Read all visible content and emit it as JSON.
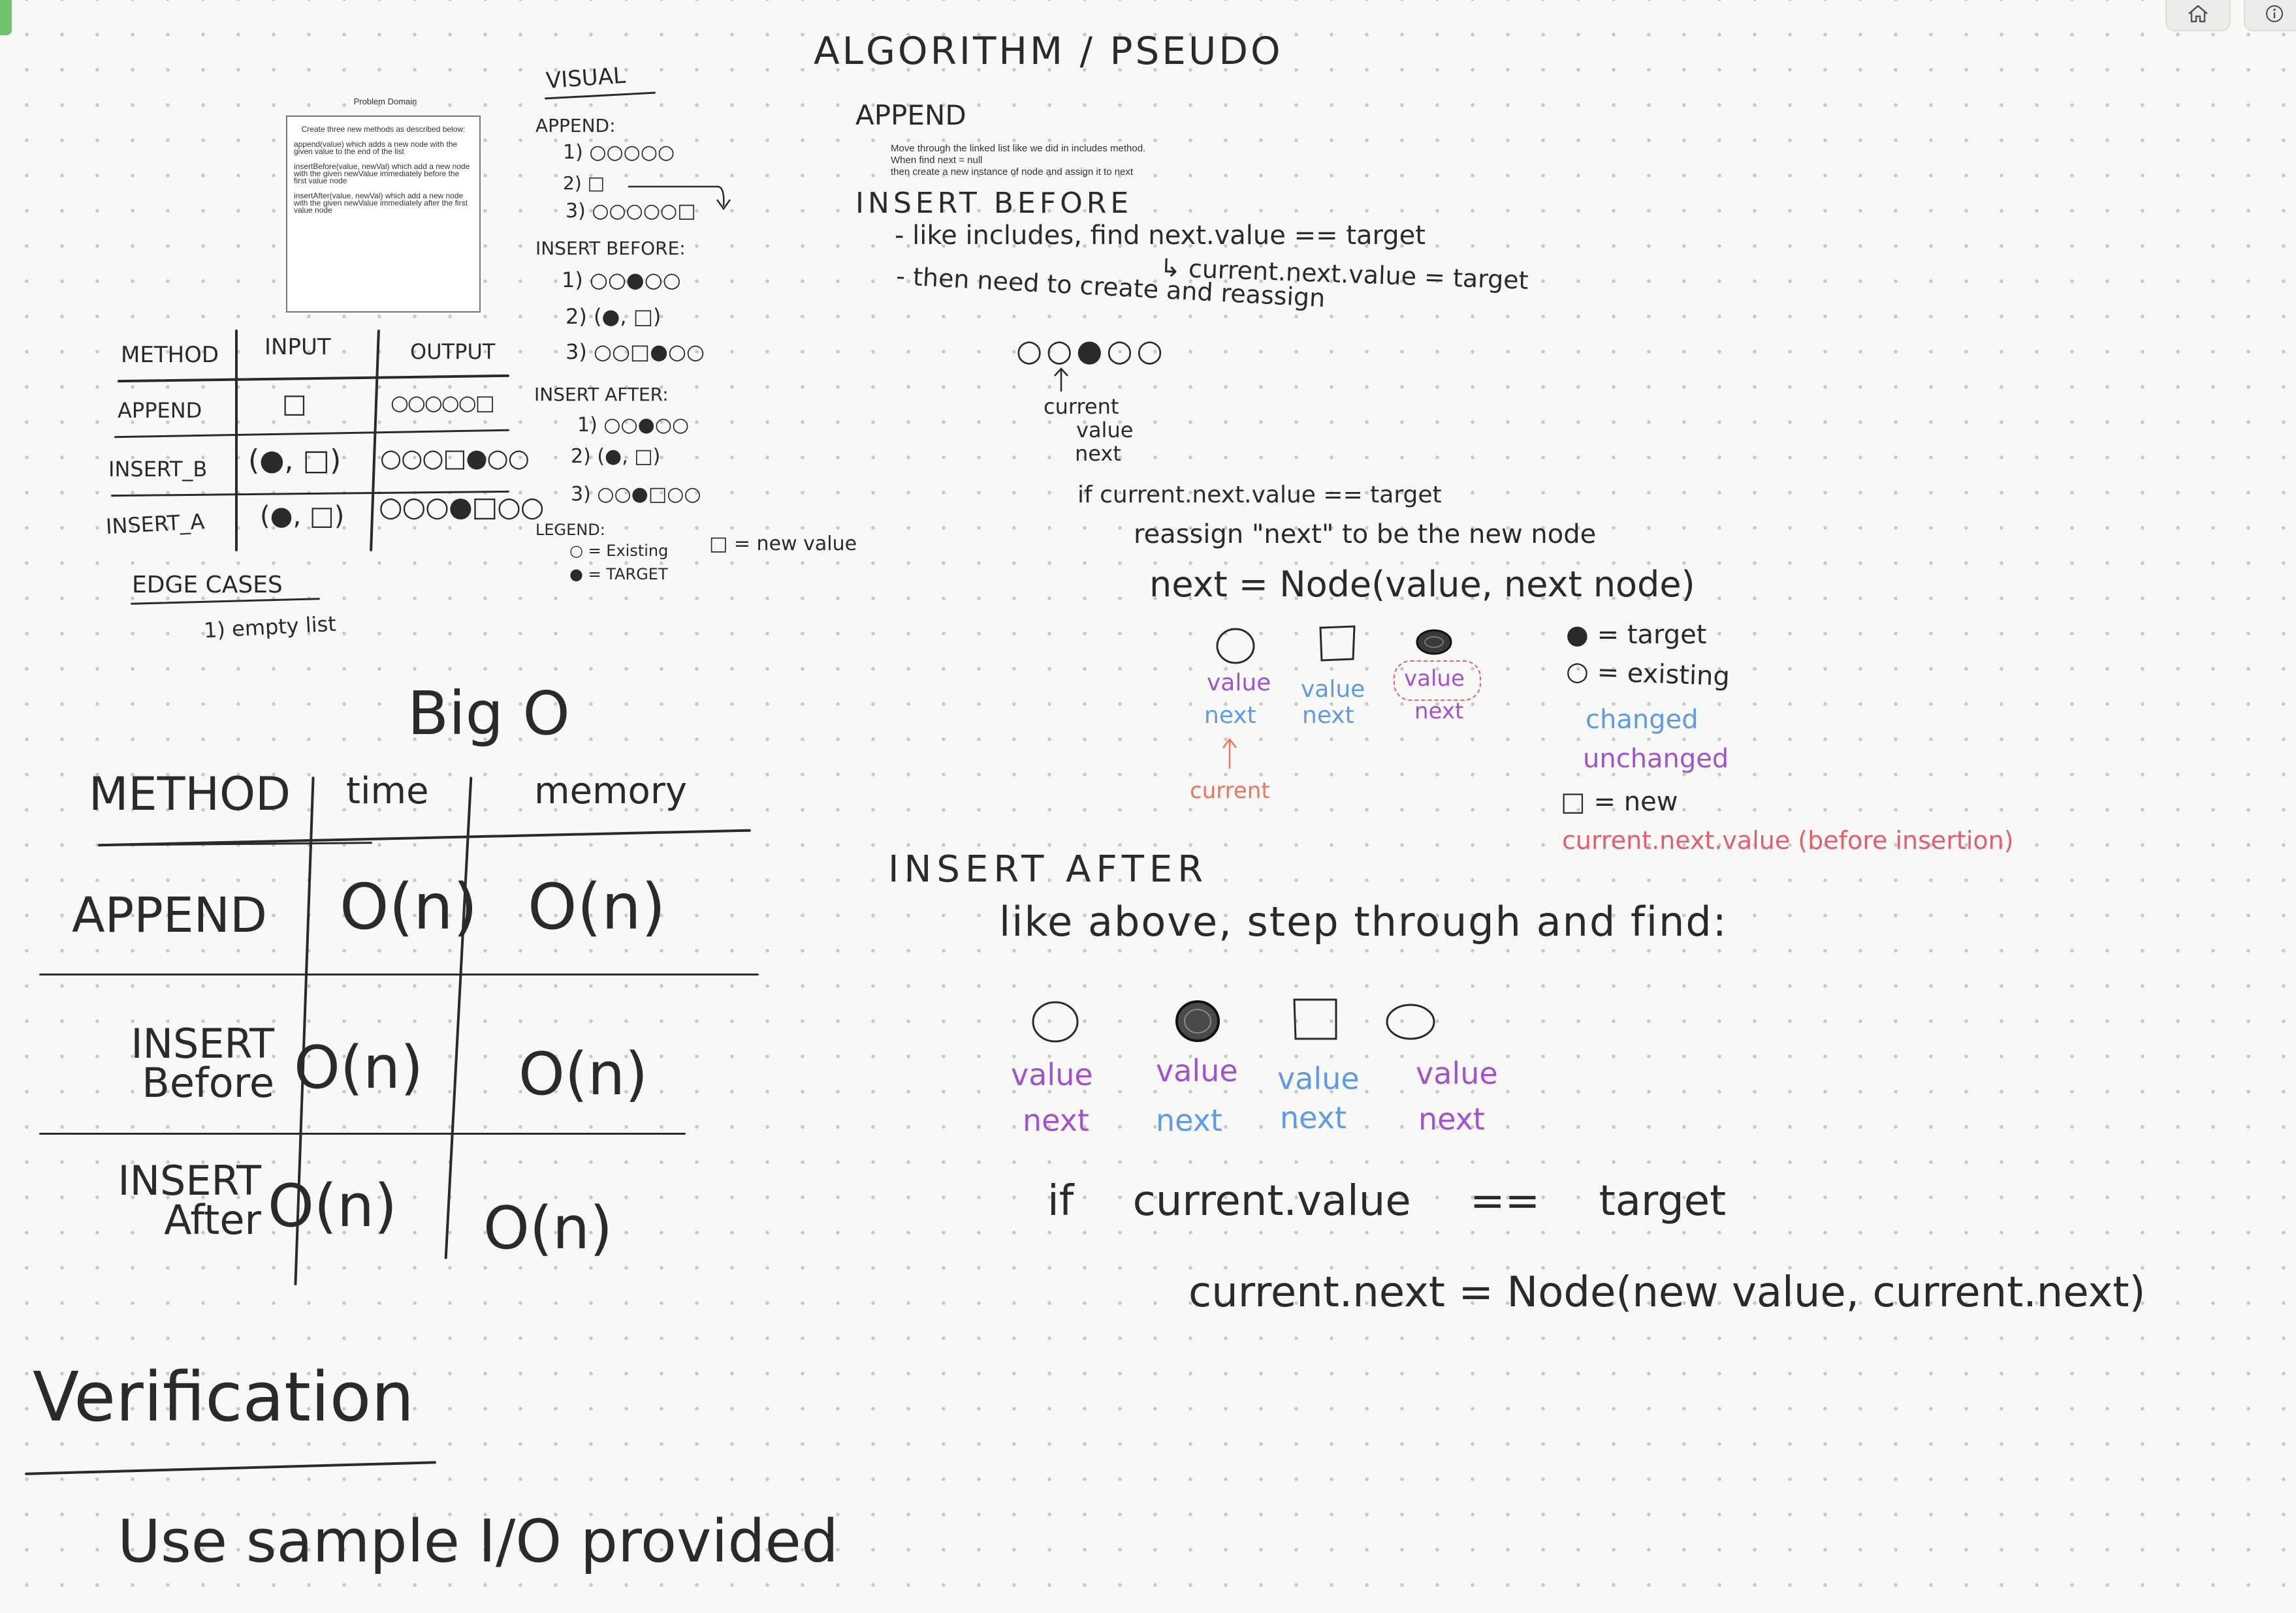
{
  "toolbar": {
    "home_icon": "home-icon",
    "info_icon": "info-icon"
  },
  "problem_domain": {
    "title": "Problem Domain",
    "lines": [
      "Create three new methods as described below:",
      "append(value) which adds a new node with the given value to the end of the list",
      "insertBefore(value, newVal) which add a new node with the given newValue immediately before the first value node",
      "insertAfter(value, newVal) which add a new node with the given newValue immediately after the first value node"
    ]
  },
  "io_table": {
    "headers": [
      "METHOD",
      "INPUT",
      "OUTPUT"
    ],
    "rows": [
      {
        "method": "APPEND",
        "input": "□",
        "output": "○○○○○□"
      },
      {
        "method": "INSERT_B",
        "input": "(●, □)",
        "output": "○○○□●○○"
      },
      {
        "method": "INSERT_A",
        "input": "(●, □)",
        "output": "○○○●□○○"
      }
    ]
  },
  "edge_cases": {
    "heading": "EDGE CASES",
    "items": [
      "1) empty list"
    ]
  },
  "visual": {
    "heading": "VISUAL",
    "append_label": "APPEND:",
    "append_steps": [
      "1) ○○○○○",
      "2) □",
      "3) ○○○○○□"
    ],
    "insert_before_label": "INSERT BEFORE:",
    "insert_before_steps": [
      "1) ○○●○○",
      "2) (●, □)",
      "3) ○○□●○○"
    ],
    "insert_after_label": "INSERT AFTER:",
    "insert_after_steps": [
      "1) ○○●○○",
      "2) (●, □)",
      "3) ○○●□○○"
    ],
    "legend_label": "LEGEND:",
    "legend_items": [
      "○ = Existing",
      "□ = new value",
      "● = TARGET"
    ]
  },
  "algorithm": {
    "heading": "ALGORITHM / PSEUDO",
    "append_heading": "APPEND",
    "append_printed": [
      "Move through the linked list like we did in includes method.",
      "When find next = null",
      "then create a new instance of node and assign it to next"
    ],
    "insert_before_heading": "INSERT BEFORE",
    "insert_before_lines": [
      "- like includes, find next.value == target",
      "↳ current.next.value = target",
      "- then need to create and reassign"
    ],
    "diagram_chain": "○○●○○",
    "pointer_labels": [
      "current",
      "value",
      "next"
    ],
    "if_lines": [
      "if current.next.value == target",
      "reassign \"next\" to be the new node",
      "next = Node(value, next node)"
    ],
    "node_labels": [
      "value",
      "next"
    ],
    "current_label": "current",
    "key": {
      "target": "● = target",
      "existing": "○ = existing",
      "changed": "changed",
      "unchanged": "unchanged",
      "new": "□ = new",
      "note": "current.next.value (before insertion)"
    },
    "insert_after_heading": "INSERT AFTER",
    "insert_after_intro": "like above, step through and find:",
    "insert_after_if": [
      "if current.value == target",
      "current.next = Node(new value, current.next)"
    ]
  },
  "big_o": {
    "heading": "Big O",
    "headers": [
      "METHOD",
      "time",
      "memory"
    ],
    "rows": [
      {
        "method": "APPEND",
        "time": "O(n)",
        "memory": "O(n)"
      },
      {
        "method": "INSERT Before",
        "time": "O(n)",
        "memory": "O(n)"
      },
      {
        "method": "INSERT After",
        "time": "O(n)",
        "memory": "O(n)"
      }
    ]
  },
  "verification": {
    "heading": "Verification",
    "text": "Use sample I/O provided"
  },
  "colors": {
    "ink": "#2a2a2a",
    "purple": "#a052cf",
    "blue": "#5f9ae6",
    "red": "#e06070",
    "background": "#f8f8f7"
  }
}
